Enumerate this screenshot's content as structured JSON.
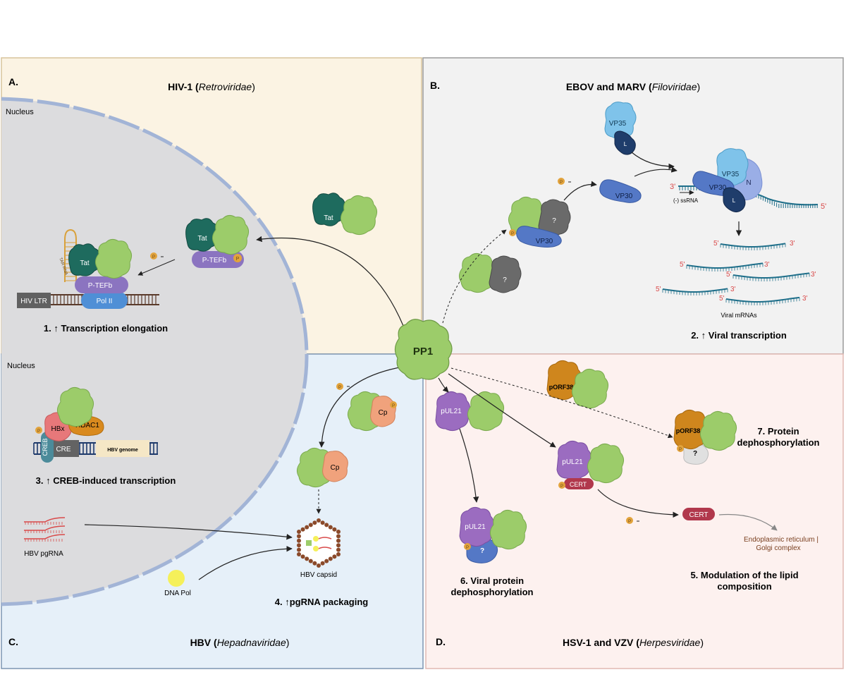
{
  "panels": {
    "a": {
      "letter": "A.",
      "title_main": "HIV-1 (",
      "title_italic": "Retroviridae",
      "title_close": ")",
      "nucleus_label": "Nucleus",
      "proteins": {
        "tat": "Tat",
        "ptefb": "P-TEFb",
        "pol2": "Pol II",
        "tar": "TAR RNA",
        "hiv_ltr": "HIV LTR"
      },
      "caption": "1.  ↑ Transcription elongation"
    },
    "b": {
      "letter": "B.",
      "title_main": "EBOV and MARV (",
      "title_italic": "Filoviridae",
      "title_close": ")",
      "proteins": {
        "vp35": "VP35",
        "l": "L",
        "vp30": "VP30",
        "n": "N",
        "unknown": "?",
        "ssrna": "(-) ssRNA"
      },
      "ends": {
        "three": "3'",
        "five": "5'"
      },
      "mrna_label": "Viral mRNAs",
      "caption": "2.  ↑ Viral transcription"
    },
    "c": {
      "letter": "C.",
      "title_main": "HBV (",
      "title_italic": "Hepadnaviridae",
      "title_close": ")",
      "nucleus_label": "Nucleus",
      "proteins": {
        "hbx": "HBx",
        "hdac1": "HDAC1",
        "creb": "CREB",
        "cre": "CRE",
        "hbv_genome": "HBV genome",
        "cp": "Cp"
      },
      "pgrna_label": "HBV pgRNA",
      "capsid_label": "HBV capsid",
      "dnapol_label": "DNA Pol",
      "caption_c1": "3.  ↑ CREB-induced transcription",
      "caption_c2": "4.  ↑pgRNA packaging"
    },
    "d": {
      "letter": "D.",
      "title_main": "HSV-1 and VZV (",
      "title_italic": "Herpesviridae",
      "title_close": ")",
      "proteins": {
        "porf38": "pORF38",
        "pul21": "pUL21",
        "cert": "CERT",
        "unknown": "?"
      },
      "er_line1": "Endoplasmic reticulum |",
      "er_line2": "Golgi complex",
      "caption5_l1": "5. Modulation of the lipid",
      "caption5_l2": "composition",
      "caption6_l1": "6. Viral protein",
      "caption6_l2": "dephosphorylation",
      "caption7_l1": "7. Protein",
      "caption7_l2": "dephosphorylation"
    }
  },
  "center": {
    "label": "PP1"
  },
  "phospho": "P",
  "colors": {
    "panel_a_bg": "#fbf3e3",
    "panel_b_bg": "#f2f2f2",
    "panel_c_bg": "#e6f0f9",
    "panel_d_bg": "#fdf1ef",
    "nucleus": "#dcdcde",
    "nucleus_border": "#a2b4d6",
    "pp1": "#9ccc6a",
    "tat": "#1e6b5e",
    "ptefb": "#8b74c0",
    "pol2": "#4f8fd6",
    "vp35": "#7fc3ea",
    "l": "#1f3d6b",
    "vp30": "#5478c6",
    "unknown": "#6a6a6a",
    "hbx": "#e7787a",
    "hdac1": "#d98a1e",
    "creb": "#4b8b9a",
    "cp": "#f0a27c",
    "porf38": "#cf861d",
    "pul21": "#9b6cc0",
    "cert": "#b1384c",
    "phospho": "#e2a33c",
    "rna_red": "#d94a4a",
    "rna_blue": "#1f6f8a"
  }
}
